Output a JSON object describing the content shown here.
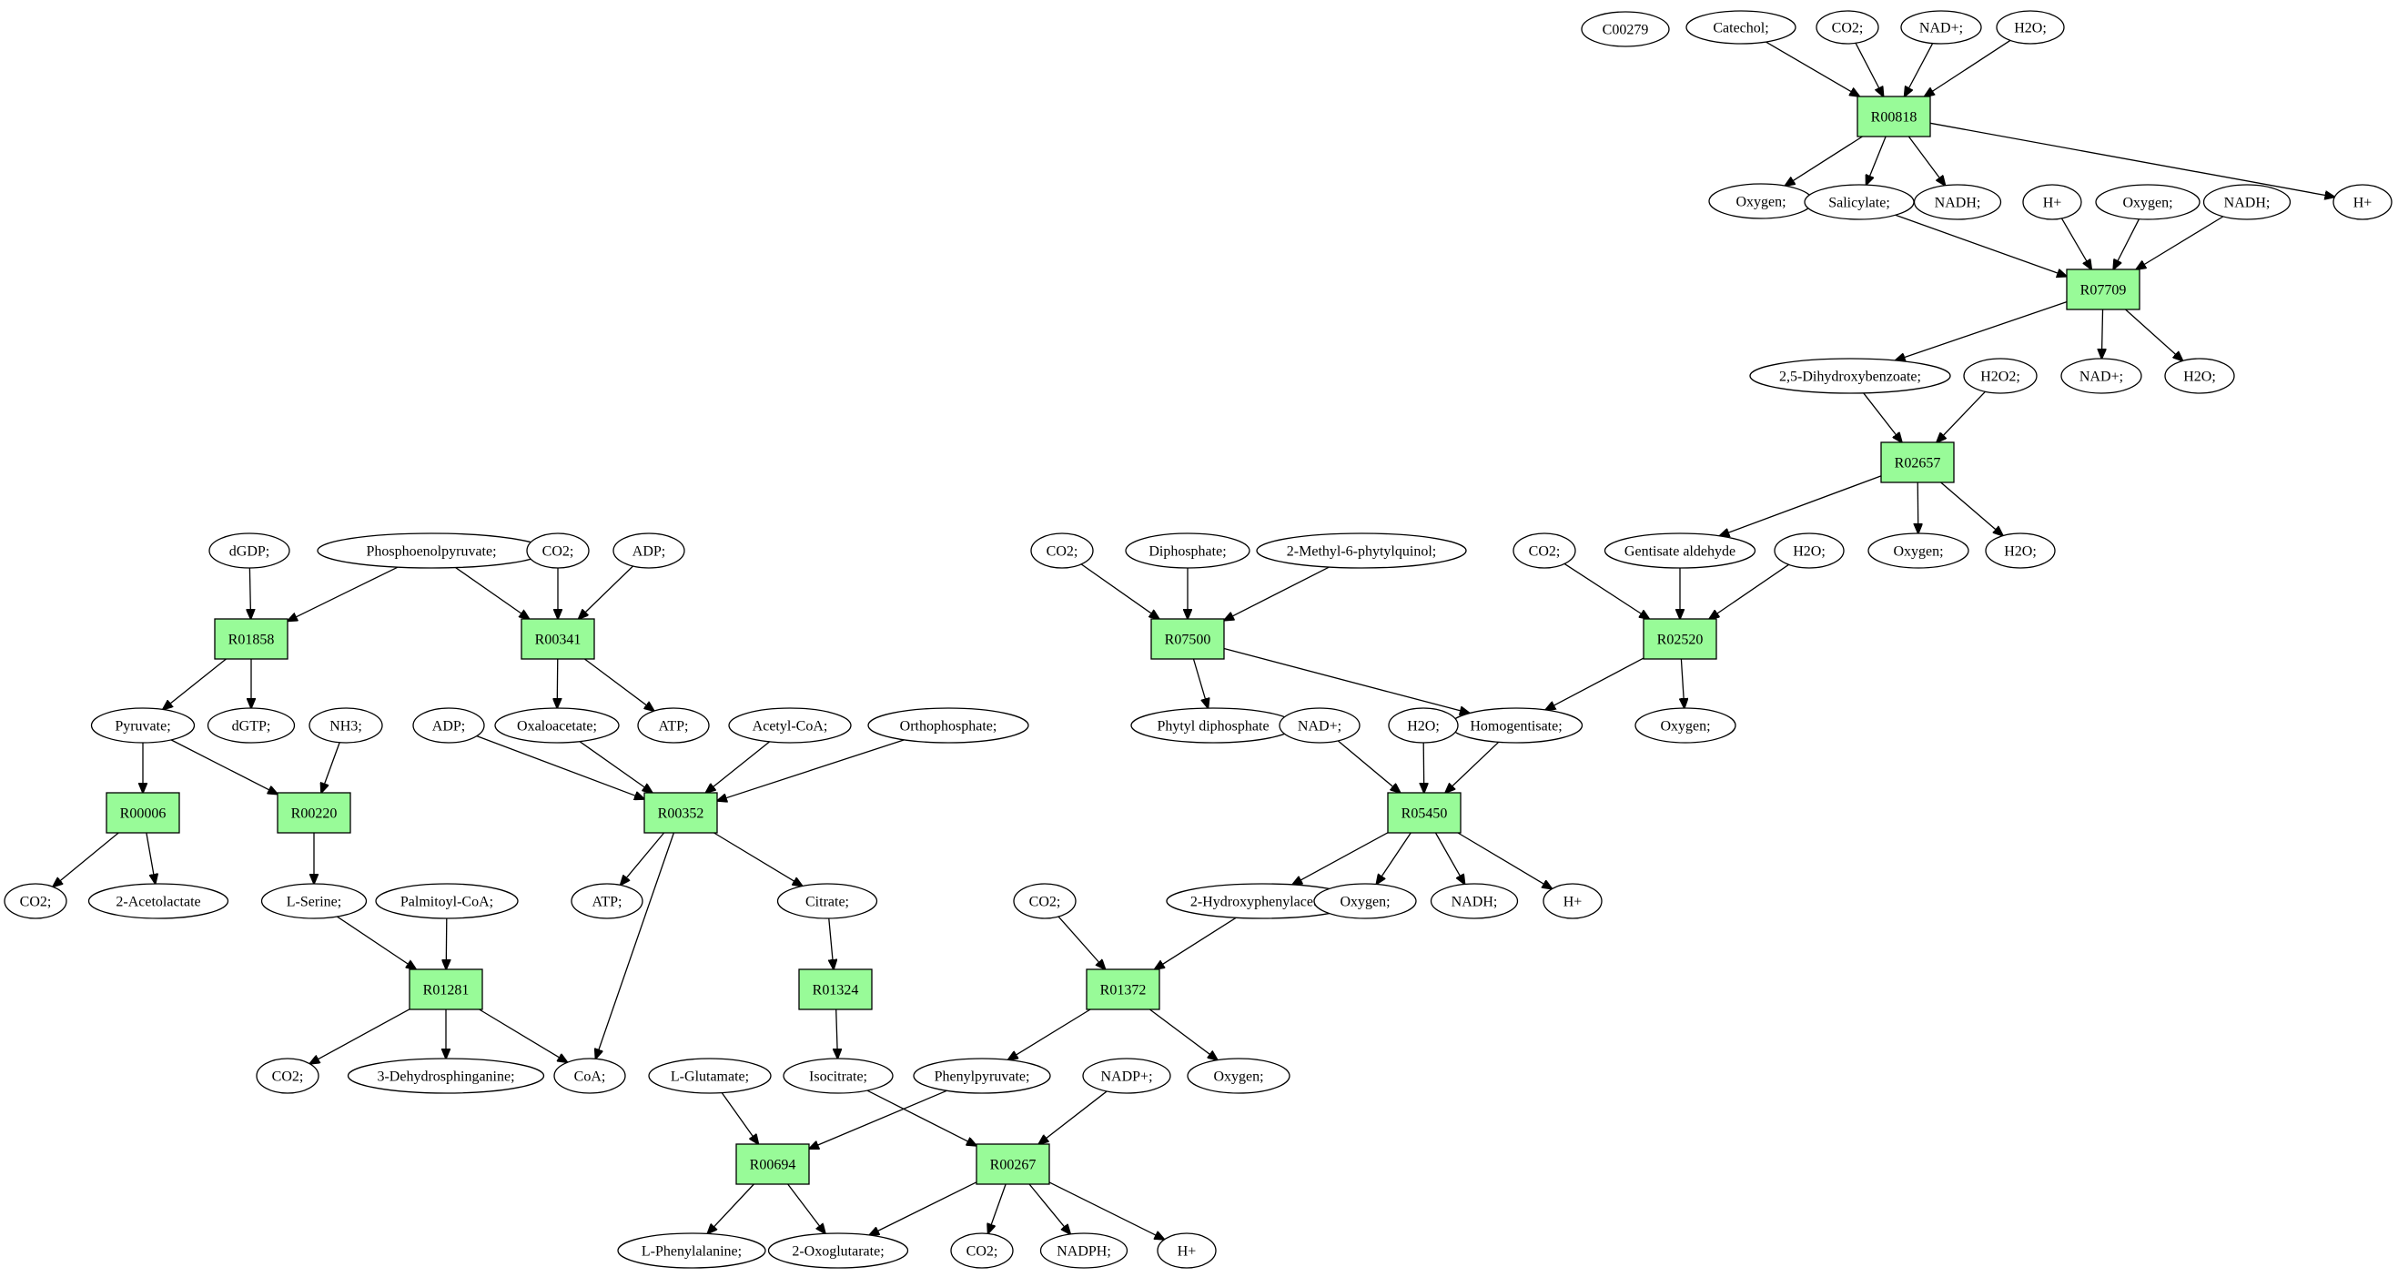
{
  "colors": {
    "reaction": "#98fb98",
    "compound": "#ffffff",
    "start": "#00ee00",
    "target": "#ffff00"
  },
  "nodes": [
    {
      "id": "C00279",
      "label": "C00279",
      "kind": "compound",
      "color": "start"
    },
    {
      "id": "catechol",
      "label": "Catechol;",
      "kind": "compound"
    },
    {
      "id": "co2_a",
      "label": "CO2;",
      "kind": "compound"
    },
    {
      "id": "nadp_a",
      "label": "NAD+;",
      "kind": "compound"
    },
    {
      "id": "h2o_a",
      "label": "H2O;",
      "kind": "compound"
    },
    {
      "id": "R00818",
      "label": "R00818",
      "kind": "reaction"
    },
    {
      "id": "oxygen_a",
      "label": "Oxygen;",
      "kind": "compound"
    },
    {
      "id": "salicylate",
      "label": "Salicylate;",
      "kind": "compound"
    },
    {
      "id": "nadh_a",
      "label": "NADH;",
      "kind": "compound"
    },
    {
      "id": "hplus_a",
      "label": "H+",
      "kind": "compound"
    },
    {
      "id": "oxygen_b",
      "label": "Oxygen;",
      "kind": "compound"
    },
    {
      "id": "nadh_b",
      "label": "NADH;",
      "kind": "compound"
    },
    {
      "id": "hplus_b",
      "label": "H+",
      "kind": "compound"
    },
    {
      "id": "R07709",
      "label": "R07709",
      "kind": "reaction"
    },
    {
      "id": "dhb",
      "label": "2,5-Dihydroxybenzoate;",
      "kind": "compound"
    },
    {
      "id": "h2o2",
      "label": "H2O2;",
      "kind": "compound"
    },
    {
      "id": "nadp_b",
      "label": "NAD+;",
      "kind": "compound"
    },
    {
      "id": "h2o_b",
      "label": "H2O;",
      "kind": "compound"
    },
    {
      "id": "R02657",
      "label": "R02657",
      "kind": "reaction"
    },
    {
      "id": "oxygen_c",
      "label": "Oxygen;",
      "kind": "compound"
    },
    {
      "id": "h2o_c",
      "label": "H2O;",
      "kind": "compound"
    },
    {
      "id": "co2_b",
      "label": "CO2;",
      "kind": "compound"
    },
    {
      "id": "gentisald",
      "label": "Gentisate aldehyde",
      "kind": "compound"
    },
    {
      "id": "h2o_d",
      "label": "H2O;",
      "kind": "compound"
    },
    {
      "id": "R02520",
      "label": "R02520",
      "kind": "reaction"
    },
    {
      "id": "homogent",
      "label": "Homogentisate;",
      "kind": "compound"
    },
    {
      "id": "oxygen_d",
      "label": "Oxygen;",
      "kind": "compound"
    },
    {
      "id": "co2_c",
      "label": "CO2;",
      "kind": "compound"
    },
    {
      "id": "diphos",
      "label": "Diphosphate;",
      "kind": "compound"
    },
    {
      "id": "mpq",
      "label": "2-Methyl-6-phytylquinol;",
      "kind": "compound"
    },
    {
      "id": "R07500",
      "label": "R07500",
      "kind": "reaction"
    },
    {
      "id": "phytyl",
      "label": "Phytyl diphosphate",
      "kind": "compound"
    },
    {
      "id": "nadp_c",
      "label": "NAD+;",
      "kind": "compound"
    },
    {
      "id": "h2o_e",
      "label": "H2O;",
      "kind": "compound"
    },
    {
      "id": "R05450",
      "label": "R05450",
      "kind": "reaction"
    },
    {
      "id": "hpa",
      "label": "2-Hydroxyphenylacetate",
      "kind": "compound"
    },
    {
      "id": "oxygen_e",
      "label": "Oxygen;",
      "kind": "compound"
    },
    {
      "id": "nadh_c",
      "label": "NADH;",
      "kind": "compound"
    },
    {
      "id": "hplus_c",
      "label": "H+",
      "kind": "compound"
    },
    {
      "id": "co2_d",
      "label": "CO2;",
      "kind": "compound"
    },
    {
      "id": "R01372",
      "label": "R01372",
      "kind": "reaction"
    },
    {
      "id": "phenylpyr",
      "label": "Phenylpyruvate;",
      "kind": "compound"
    },
    {
      "id": "oxygen_f",
      "label": "Oxygen;",
      "kind": "compound"
    },
    {
      "id": "nadpplus",
      "label": "NADP+;",
      "kind": "compound"
    },
    {
      "id": "dgdp",
      "label": "dGDP;",
      "kind": "compound"
    },
    {
      "id": "pep",
      "label": "Phosphoenolpyruvate;",
      "kind": "compound",
      "color": "start"
    },
    {
      "id": "co2_e",
      "label": "CO2;",
      "kind": "compound"
    },
    {
      "id": "adp_a",
      "label": "ADP;",
      "kind": "compound"
    },
    {
      "id": "R01858",
      "label": "R01858",
      "kind": "reaction"
    },
    {
      "id": "R00341",
      "label": "R00341",
      "kind": "reaction"
    },
    {
      "id": "pyruvate",
      "label": "Pyruvate;",
      "kind": "compound"
    },
    {
      "id": "dgtp",
      "label": "dGTP;",
      "kind": "compound"
    },
    {
      "id": "nh3",
      "label": "NH3;",
      "kind": "compound"
    },
    {
      "id": "adp_b",
      "label": "ADP;",
      "kind": "compound"
    },
    {
      "id": "oxaloacetate",
      "label": "Oxaloacetate;",
      "kind": "compound"
    },
    {
      "id": "atp_a",
      "label": "ATP;",
      "kind": "compound"
    },
    {
      "id": "acetylcoa",
      "label": "Acetyl-CoA;",
      "kind": "compound"
    },
    {
      "id": "orthophos",
      "label": "Orthophosphate;",
      "kind": "compound"
    },
    {
      "id": "R00006",
      "label": "R00006",
      "kind": "reaction"
    },
    {
      "id": "R00220",
      "label": "R00220",
      "kind": "reaction"
    },
    {
      "id": "R00352",
      "label": "R00352",
      "kind": "reaction"
    },
    {
      "id": "co2_f",
      "label": "CO2;",
      "kind": "compound"
    },
    {
      "id": "acetolactate",
      "label": "2-Acetolactate",
      "kind": "compound"
    },
    {
      "id": "lserine",
      "label": "L-Serine;",
      "kind": "compound"
    },
    {
      "id": "palmitoyl",
      "label": "Palmitoyl-CoA;",
      "kind": "compound"
    },
    {
      "id": "atp_b",
      "label": "ATP;",
      "kind": "compound"
    },
    {
      "id": "citrate",
      "label": "Citrate;",
      "kind": "compound"
    },
    {
      "id": "R01281",
      "label": "R01281",
      "kind": "reaction"
    },
    {
      "id": "R01324",
      "label": "R01324",
      "kind": "reaction"
    },
    {
      "id": "co2_g",
      "label": "CO2;",
      "kind": "compound"
    },
    {
      "id": "dehydro",
      "label": "3-Dehydrosphinganine;",
      "kind": "compound"
    },
    {
      "id": "coa",
      "label": "CoA;",
      "kind": "compound"
    },
    {
      "id": "lglutamate",
      "label": "L-Glutamate;",
      "kind": "compound"
    },
    {
      "id": "isocitrate",
      "label": "Isocitrate;",
      "kind": "compound"
    },
    {
      "id": "R00694",
      "label": "R00694",
      "kind": "reaction"
    },
    {
      "id": "R00267",
      "label": "R00267",
      "kind": "reaction"
    },
    {
      "id": "lphe",
      "label": "L-Phenylalanine;",
      "kind": "compound",
      "color": "target"
    },
    {
      "id": "oxoglut",
      "label": "2-Oxoglutarate;",
      "kind": "compound"
    },
    {
      "id": "co2_h",
      "label": "CO2;",
      "kind": "compound"
    },
    {
      "id": "nadph",
      "label": "NADPH;",
      "kind": "compound"
    },
    {
      "id": "hplus_d",
      "label": "H+",
      "kind": "compound"
    }
  ],
  "edges": [
    [
      "catechol",
      "R00818"
    ],
    [
      "co2_a",
      "R00818"
    ],
    [
      "nadp_a",
      "R00818"
    ],
    [
      "h2o_a",
      "R00818"
    ],
    [
      "R00818",
      "oxygen_a"
    ],
    [
      "R00818",
      "salicylate"
    ],
    [
      "R00818",
      "nadh_a"
    ],
    [
      "R00818",
      "hplus_a"
    ],
    [
      "salicylate",
      "R07709"
    ],
    [
      "hplus_b",
      "R07709"
    ],
    [
      "oxygen_b",
      "R07709"
    ],
    [
      "nadh_b",
      "R07709"
    ],
    [
      "R07709",
      "dhb"
    ],
    [
      "R07709",
      "nadp_b"
    ],
    [
      "R07709",
      "h2o_b"
    ],
    [
      "dhb",
      "R02657"
    ],
    [
      "h2o2",
      "R02657"
    ],
    [
      "R02657",
      "gentisald"
    ],
    [
      "R02657",
      "oxygen_c"
    ],
    [
      "R02657",
      "h2o_c"
    ],
    [
      "co2_b",
      "R02520"
    ],
    [
      "gentisald",
      "R02520"
    ],
    [
      "h2o_d",
      "R02520"
    ],
    [
      "R02520",
      "homogent"
    ],
    [
      "R02520",
      "oxygen_d"
    ],
    [
      "co2_c",
      "R07500"
    ],
    [
      "diphos",
      "R07500"
    ],
    [
      "mpq",
      "R07500"
    ],
    [
      "R07500",
      "phytyl"
    ],
    [
      "R07500",
      "homogent"
    ],
    [
      "nadp_c",
      "R05450"
    ],
    [
      "h2o_e",
      "R05450"
    ],
    [
      "homogent",
      "R05450"
    ],
    [
      "R05450",
      "hpa"
    ],
    [
      "R05450",
      "oxygen_e"
    ],
    [
      "R05450",
      "nadh_c"
    ],
    [
      "R05450",
      "hplus_c"
    ],
    [
      "co2_d",
      "R01372"
    ],
    [
      "hpa",
      "R01372"
    ],
    [
      "R01372",
      "phenylpyr"
    ],
    [
      "R01372",
      "oxygen_f"
    ],
    [
      "dgdp",
      "R01858"
    ],
    [
      "pep",
      "R01858"
    ],
    [
      "pep",
      "R00341"
    ],
    [
      "co2_e",
      "R00341"
    ],
    [
      "adp_a",
      "R00341"
    ],
    [
      "R01858",
      "pyruvate"
    ],
    [
      "R01858",
      "dgtp"
    ],
    [
      "R00341",
      "oxaloacetate"
    ],
    [
      "R00341",
      "atp_a"
    ],
    [
      "pyruvate",
      "R00006"
    ],
    [
      "pyruvate",
      "R00220"
    ],
    [
      "nh3",
      "R00220"
    ],
    [
      "adp_b",
      "R00352"
    ],
    [
      "oxaloacetate",
      "R00352"
    ],
    [
      "acetylcoa",
      "R00352"
    ],
    [
      "orthophos",
      "R00352"
    ],
    [
      "R00006",
      "co2_f"
    ],
    [
      "R00006",
      "acetolactate"
    ],
    [
      "R00220",
      "lserine"
    ],
    [
      "R00352",
      "atp_b"
    ],
    [
      "R00352",
      "citrate"
    ],
    [
      "R00352",
      "coa"
    ],
    [
      "lserine",
      "R01281"
    ],
    [
      "palmitoyl",
      "R01281"
    ],
    [
      "R01281",
      "co2_g"
    ],
    [
      "R01281",
      "dehydro"
    ],
    [
      "R01281",
      "coa"
    ],
    [
      "citrate",
      "R01324"
    ],
    [
      "R01324",
      "isocitrate"
    ],
    [
      "lglutamate",
      "R00694"
    ],
    [
      "phenylpyr",
      "R00694"
    ],
    [
      "isocitrate",
      "R00267"
    ],
    [
      "nadpplus",
      "R00267"
    ],
    [
      "R00694",
      "lphe"
    ],
    [
      "R00694",
      "oxoglut"
    ],
    [
      "R00267",
      "oxoglut"
    ],
    [
      "R00267",
      "co2_h"
    ],
    [
      "R00267",
      "nadph"
    ],
    [
      "R00267",
      "hplus_d"
    ]
  ]
}
